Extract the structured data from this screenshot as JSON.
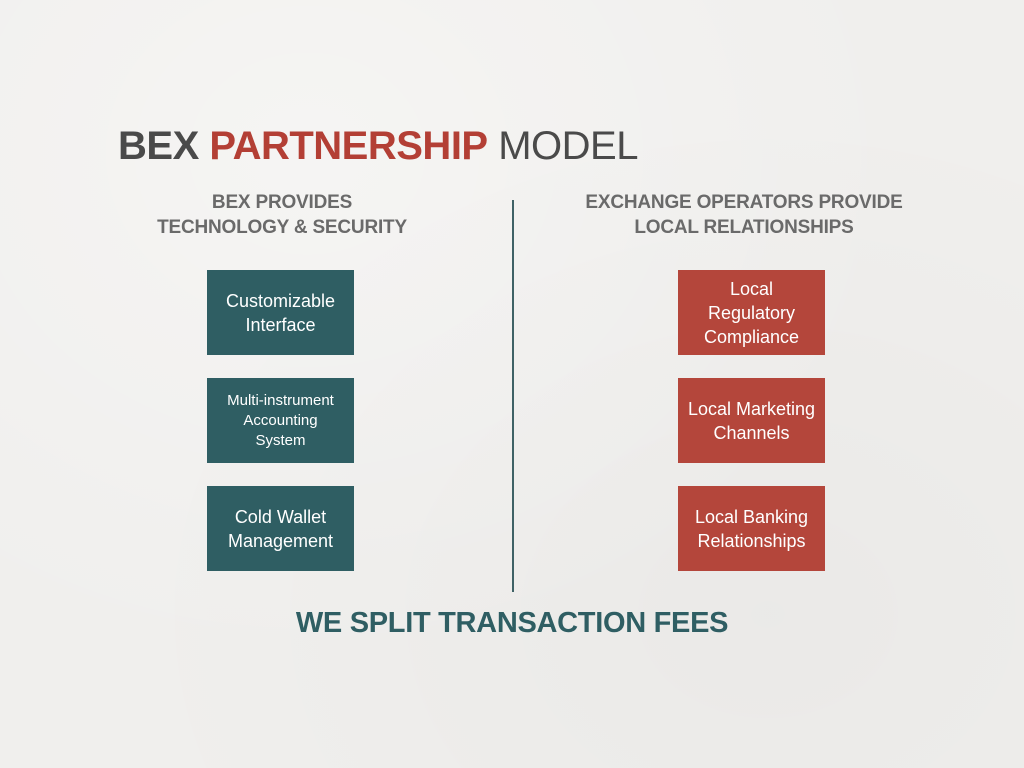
{
  "title": {
    "part1": "BEX",
    "part2": "PARTNERSHIP",
    "part3": "MODEL"
  },
  "left_column": {
    "heading_line1": "BEX PROVIDES",
    "heading_line2": "TECHNOLOGY & SECURITY",
    "boxes": [
      {
        "lines": [
          "Customizable",
          "Interface"
        ]
      },
      {
        "lines": [
          "Multi-instrument",
          "Accounting",
          "System"
        ]
      },
      {
        "lines": [
          "Cold Wallet",
          "Management"
        ]
      }
    ]
  },
  "right_column": {
    "heading_line1": "EXCHANGE OPERATORS PROVIDE",
    "heading_line2": "LOCAL RELATIONSHIPS",
    "boxes": [
      {
        "lines": [
          "Local",
          "Regulatory",
          "Compliance"
        ]
      },
      {
        "lines": [
          "Local Marketing",
          "Channels"
        ]
      },
      {
        "lines": [
          "Local Banking",
          "Relationships"
        ]
      }
    ]
  },
  "footer": "WE SPLIT TRANSACTION FEES",
  "colors": {
    "teal": "#2f5e63",
    "red": "#b4463b",
    "heading_gray": "#6a6a6a",
    "title_dark": "#4a4a4a",
    "background": "#f0efed"
  }
}
